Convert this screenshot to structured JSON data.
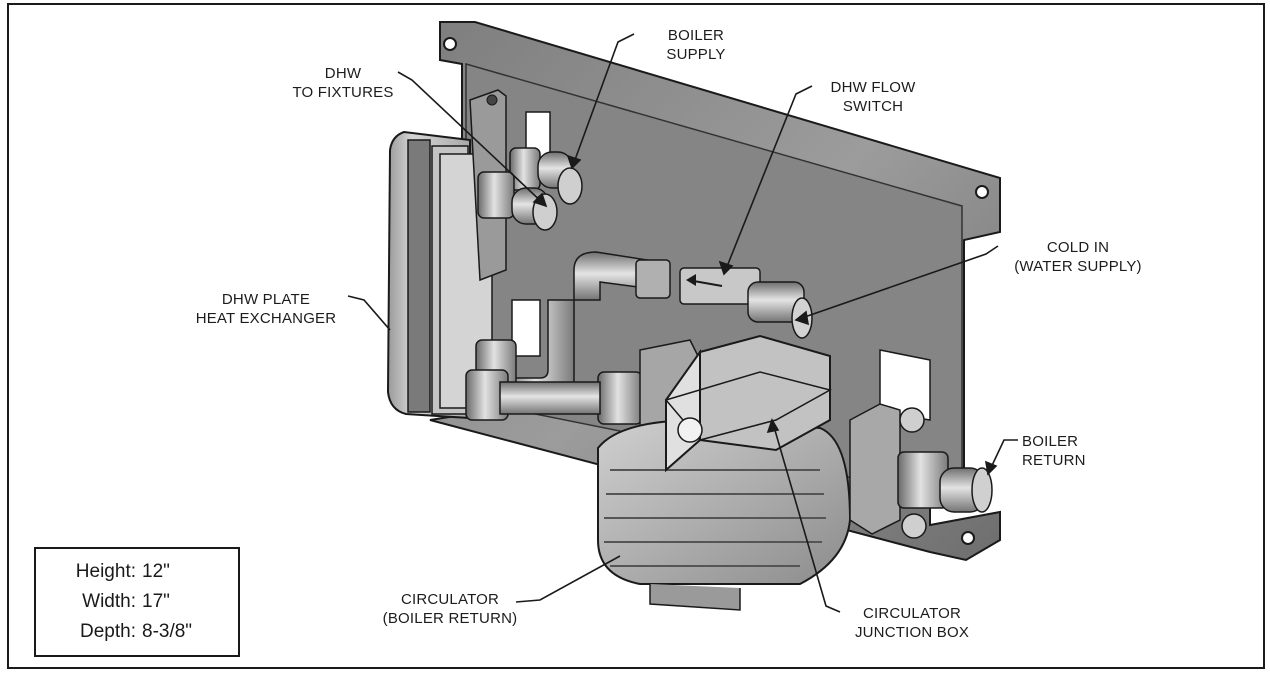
{
  "labels": {
    "dhw_to_fixtures": [
      "DHW",
      "TO FIXTURES"
    ],
    "boiler_supply": [
      "BOILER",
      "SUPPLY"
    ],
    "dhw_flow_switch": [
      "DHW FLOW",
      "SWITCH"
    ],
    "cold_in": [
      "COLD IN",
      "(WATER SUPPLY)"
    ],
    "dhw_plate_hx": [
      "DHW PLATE",
      "HEAT EXCHANGER"
    ],
    "boiler_return": [
      "BOILER",
      "RETURN"
    ],
    "circulator": [
      "CIRCULATOR",
      "(BOILER RETURN)"
    ],
    "circulator_jbox": [
      "CIRCULATOR",
      "JUNCTION BOX"
    ]
  },
  "dimensions": [
    {
      "label": "Height:",
      "value": "12\""
    },
    {
      "label": "Width:",
      "value": "17\""
    },
    {
      "label": "Depth:",
      "value": "8-3/8\""
    }
  ],
  "colors": {
    "line": "#1a1a1a",
    "metal_light": "#bdbdbd",
    "metal_mid": "#8a8a8a",
    "metal_dark": "#555555"
  }
}
